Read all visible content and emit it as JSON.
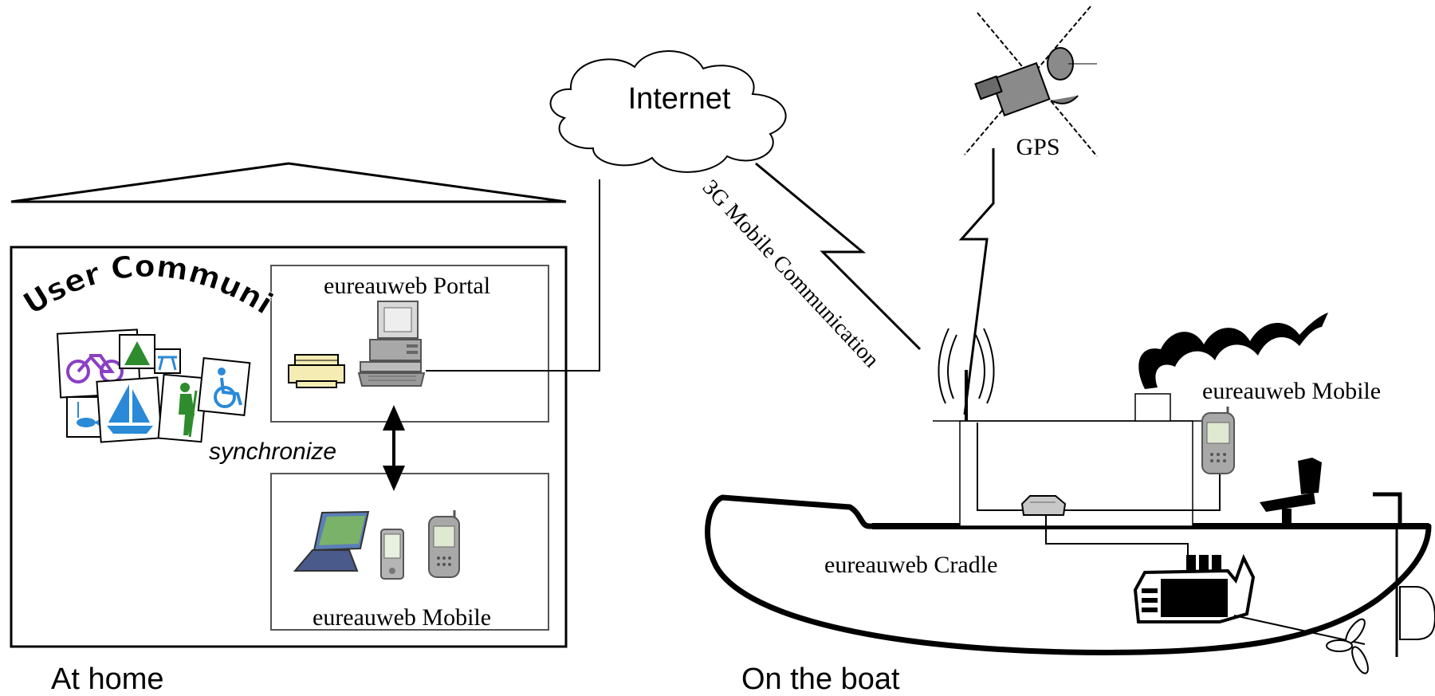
{
  "locations": {
    "home": "At home",
    "boat": "On the boat"
  },
  "network": {
    "internet": "Internet",
    "gps": "GPS",
    "link_3g": "3G Mobile Communication"
  },
  "home": {
    "community_title": "User Community",
    "portal_label": "eureauweb Portal",
    "mobile_label": "eureauweb Mobile",
    "sync_label": "synchronize"
  },
  "boat": {
    "mobile_label": "eureauweb Mobile",
    "cradle_label": "eureauweb Cradle"
  },
  "colors": {
    "line": "#000000",
    "cloud_fill": "#ffffff",
    "box_border": "#555555",
    "printer": "#f5ecb4",
    "computer": "#a8a8a8",
    "pda": "#b5b5b5",
    "bike": "#8a3fc4",
    "green": "#2e8b2e",
    "blue": "#2a8ad8",
    "satellite": "#8a8a8a"
  }
}
